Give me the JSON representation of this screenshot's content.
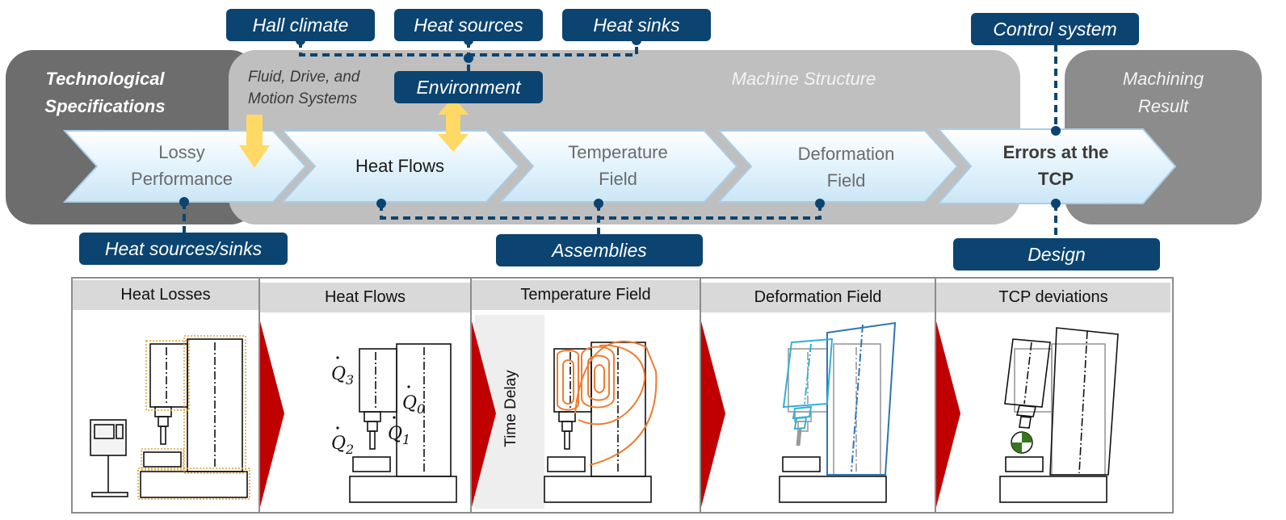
{
  "zones": {
    "tech_spec": "Technological Specifications",
    "tech_spec_lines": [
      "Technological",
      "Specifications"
    ],
    "machine_structure": "Machine Structure",
    "machining_result_lines": [
      "Machining",
      "Result"
    ],
    "fluid_lines": [
      "Fluid, Drive, and",
      "Motion Systems"
    ]
  },
  "tags": {
    "hall_climate": "Hall climate",
    "heat_sources": "Heat sources",
    "heat_sinks": "Heat sinks",
    "environment": "Environment",
    "control_system": "Control system",
    "heat_sources_sinks": "Heat sources/sinks",
    "assemblies": "Assemblies",
    "design": "Design"
  },
  "process": {
    "lossy_lines": [
      "Lossy",
      "Performance"
    ],
    "heat_flows": "Heat Flows",
    "temperature_lines": [
      "Temperature",
      "Field"
    ],
    "deformation_lines": [
      "Deformation",
      "Field"
    ],
    "errors_lines": [
      "Errors at the",
      "TCP"
    ]
  },
  "panels": {
    "titles": [
      "Heat Losses",
      "Heat Flows",
      "Temperature Field",
      "Deformation Field",
      "TCP deviations"
    ],
    "time_delay": "Time Delay",
    "q_symbols": [
      "Q",
      "Q",
      "Q",
      "Q"
    ],
    "q_subscripts": [
      "3",
      "0",
      "2",
      "1"
    ]
  },
  "colors": {
    "tag_blue": "#0b4470",
    "dark_gray": "#6d6d6d",
    "machine_gray": "#bfbfbf",
    "result_gray": "#8c8c8c",
    "chevron_fill": "#eaf6fd",
    "yellow_arrow": "#ffd966",
    "red_triangle": "#c00000",
    "orange_field": "#ed7d31",
    "deform_blue": "#2e75b6",
    "deform_cyan": "#31b0d5",
    "tcp_green": "#38761d"
  }
}
